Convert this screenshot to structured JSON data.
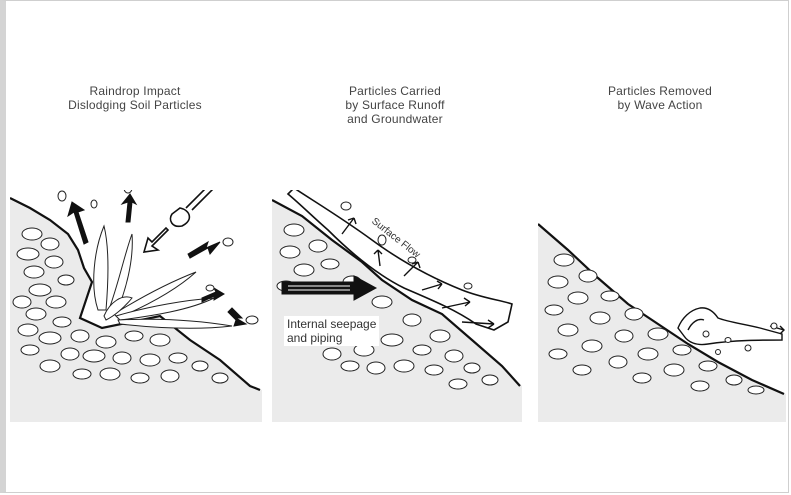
{
  "panels": [
    {
      "id": "raindrop",
      "caption": [
        "Raindrop Impact",
        "Dislodging Soil Particles"
      ]
    },
    {
      "id": "runoff",
      "caption": [
        "Particles Carried",
        "by Surface Runoff",
        "and Groundwater"
      ],
      "labels": {
        "surface_flow": "Surface Flow",
        "seepage": [
          "Internal seepage",
          "and piping"
        ]
      }
    },
    {
      "id": "wave",
      "caption": [
        "Particles Removed",
        "by Wave Action"
      ]
    }
  ],
  "colors": {
    "ground": "#ebebeb",
    "line": "#111111",
    "caption_text": "#444444"
  }
}
